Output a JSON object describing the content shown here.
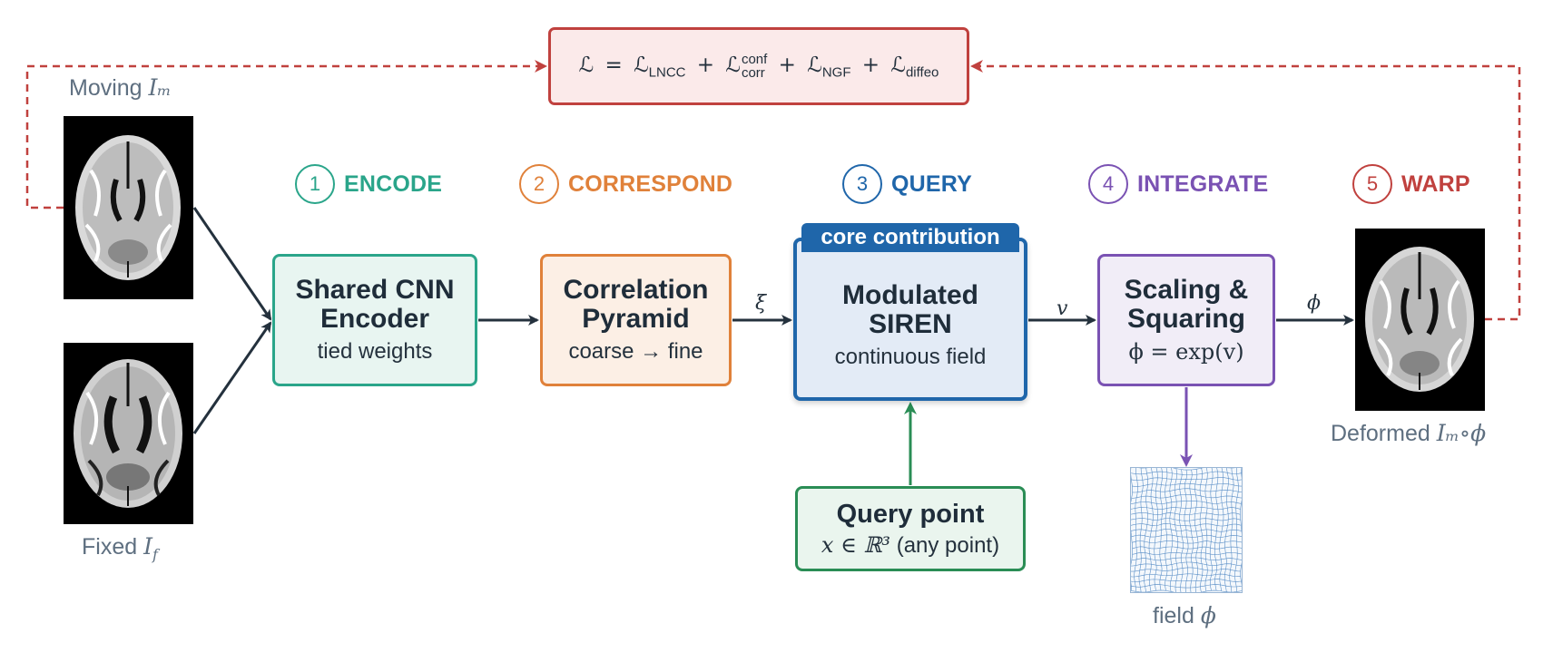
{
  "loss": {
    "prefix": "ℒ",
    "terms": [
      {
        "sub": "LNCC"
      },
      {
        "sub": "corr",
        "sup": "conf"
      },
      {
        "sub": "NGF"
      },
      {
        "sub": "diffeo"
      }
    ]
  },
  "images": {
    "moving": {
      "label": "Moving",
      "math": "Iₘ"
    },
    "fixed": {
      "label": "Fixed",
      "math": "I_f"
    },
    "deformed": {
      "label": "Deformed",
      "math": "Iₘ∘ϕ"
    }
  },
  "steps": [
    {
      "num": "1",
      "name": "ENCODE",
      "color": "#2aa58a"
    },
    {
      "num": "2",
      "name": "CORRESPOND",
      "color": "#e0813a"
    },
    {
      "num": "3",
      "name": "QUERY",
      "color": "#1f66aa"
    },
    {
      "num": "4",
      "name": "INTEGRATE",
      "color": "#7a52b3"
    },
    {
      "num": "5",
      "name": "WARP",
      "color": "#c0413e"
    }
  ],
  "boxes": {
    "encoder": {
      "title_1": "Shared CNN",
      "title_2": "Encoder",
      "sub": "tied weights"
    },
    "correlation": {
      "title_1": "Correlation",
      "title_2": "Pyramid",
      "sub": "coarse → fine"
    },
    "siren": {
      "badge": "core contribution",
      "title_1": "Modulated",
      "title_2": "SIREN",
      "sub": "continuous field"
    },
    "integrate": {
      "title_1": "Scaling &",
      "title_2": "Squaring",
      "sub": "ϕ = exp(v)"
    },
    "query": {
      "title": "Query point",
      "sub_math": "x ∈ ℝ³",
      "sub_text": "(any point)"
    }
  },
  "edge_labels": {
    "xi": "ξ",
    "v": "v",
    "phi": "ϕ"
  },
  "field": {
    "label": "field",
    "math": "ϕ"
  },
  "colors": {
    "arrow": "#24313d",
    "loss_red": "#c0413e",
    "integrate_purple": "#7a52b3",
    "query_green": "#2a8d55"
  }
}
